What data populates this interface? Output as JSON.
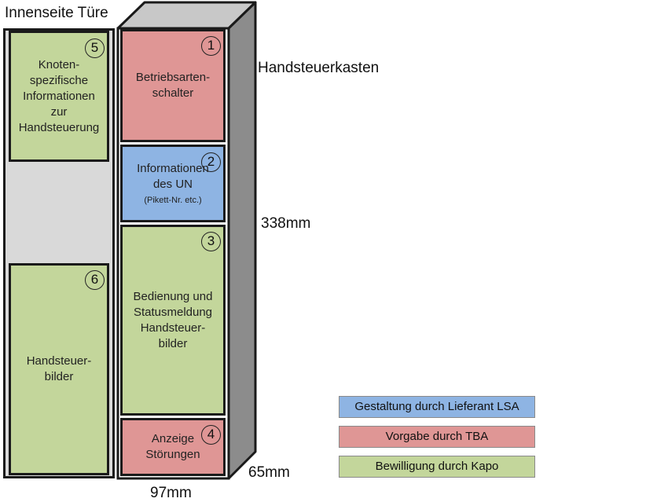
{
  "labels": {
    "door_title": "Innenseite Türe",
    "cabinet_title": "Handsteuerkasten",
    "height_dim": "338mm",
    "depth_dim": "65mm",
    "width_dim": "97mm"
  },
  "zones": {
    "z1": {
      "num": "1",
      "text": "Betriebsarten-\nschalter",
      "color": "#df9695"
    },
    "z2": {
      "num": "2",
      "text": "Informationen\ndes UN",
      "sub": "(Pikett-Nr. etc.)",
      "color": "#8eb4e3"
    },
    "z3": {
      "num": "3",
      "text": "Bedienung und\nStatusmeldung\nHandsteuer-\nbilder",
      "color": "#c3d69b"
    },
    "z4": {
      "num": "4",
      "text": "Anzeige\nStörungen",
      "color": "#df9695"
    },
    "z5": {
      "num": "5",
      "text": "Knoten-\nspezifische\nInformationen\nzur\nHandsteuerung",
      "color": "#c3d69b"
    },
    "z6": {
      "num": "6",
      "text": "Handsteuer-\nbilder",
      "color": "#c3d69b"
    }
  },
  "legend": [
    {
      "text": "Gestaltung durch Lieferant LSA",
      "color": "#8eb4e3"
    },
    {
      "text": "Vorgabe durch TBA",
      "color": "#df9695"
    },
    {
      "text": "Bewilligung durch Kapo",
      "color": "#c3d69b"
    }
  ],
  "colors": {
    "door_bg": "#d9d9d9",
    "cabinet_side": "#8c8c8c",
    "cabinet_top": "#c8c8c8",
    "outline": "#1a1a1a"
  }
}
